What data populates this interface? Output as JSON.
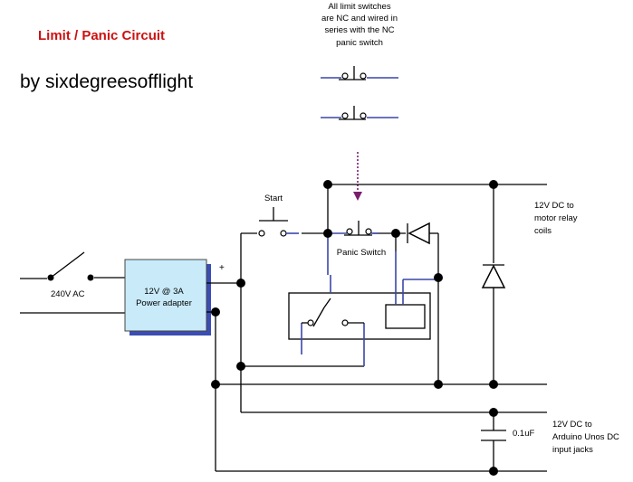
{
  "header": {
    "title": "Limit / Panic Circuit",
    "author": "by sixdegreesofflight"
  },
  "labels": {
    "limit_note": [
      "All limit switches",
      "are NC and wired in",
      "series with the NC",
      "panic switch"
    ],
    "start": "Start",
    "panic_switch": "Panic Switch",
    "ac_in": "240V AC",
    "adapter": [
      "12V @ 3A",
      "Power adapter"
    ],
    "plus": "+",
    "relay_coils": [
      "12V DC to",
      "motor relay",
      "coils"
    ],
    "capacitor": "0.1uF",
    "arduino": [
      "12V DC to",
      "Arduino Unos DC",
      "input jacks"
    ]
  },
  "colors": {
    "title": "#cc1111",
    "adapter_fill": "#c9ebf9",
    "adapter_shadow": "#3b4db3",
    "wire_blue": "#3a46a8",
    "arrow": "#7a1f6e"
  }
}
